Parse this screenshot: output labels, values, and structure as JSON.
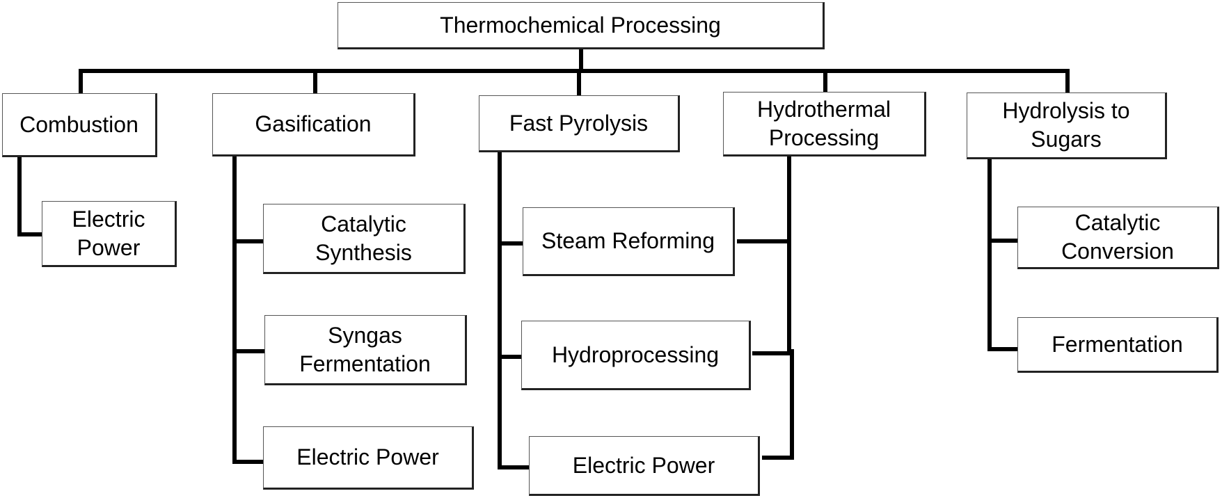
{
  "diagram": {
    "root": {
      "id": "root",
      "label": "Thermochemical Processing"
    },
    "categories": [
      {
        "id": "combustion",
        "label": "Combustion"
      },
      {
        "id": "gasification",
        "label": "Gasification"
      },
      {
        "id": "fast_pyrolysis",
        "label": "Fast Pyrolysis"
      },
      {
        "id": "hydrothermal",
        "label": "Hydrothermal\nProcessing"
      },
      {
        "id": "hydrolysis",
        "label": "Hydrolysis to\nSugars"
      }
    ],
    "products": [
      {
        "id": "combustion_power",
        "parent": "combustion",
        "label": "Electric\nPower"
      },
      {
        "id": "gas_catalytic",
        "parent": "gasification",
        "label": "Catalytic\nSynthesis"
      },
      {
        "id": "gas_syngas",
        "parent": "gasification",
        "label": "Syngas\nFermentation"
      },
      {
        "id": "gas_power",
        "parent": "gasification",
        "label": "Electric Power"
      },
      {
        "id": "steam_reforming",
        "parents": [
          "fast_pyrolysis",
          "hydrothermal"
        ],
        "label": "Steam Reforming"
      },
      {
        "id": "hydroprocessing",
        "parents": [
          "fast_pyrolysis",
          "hydrothermal"
        ],
        "label": "Hydroprocessing"
      },
      {
        "id": "pyro_power",
        "parents": [
          "fast_pyrolysis",
          "hydrothermal"
        ],
        "label": "Electric Power"
      },
      {
        "id": "hyd_catalytic",
        "parent": "hydrolysis",
        "label": "Catalytic\nConversion"
      },
      {
        "id": "hyd_fermentation",
        "parent": "hydrolysis",
        "label": "Fermentation"
      }
    ]
  }
}
